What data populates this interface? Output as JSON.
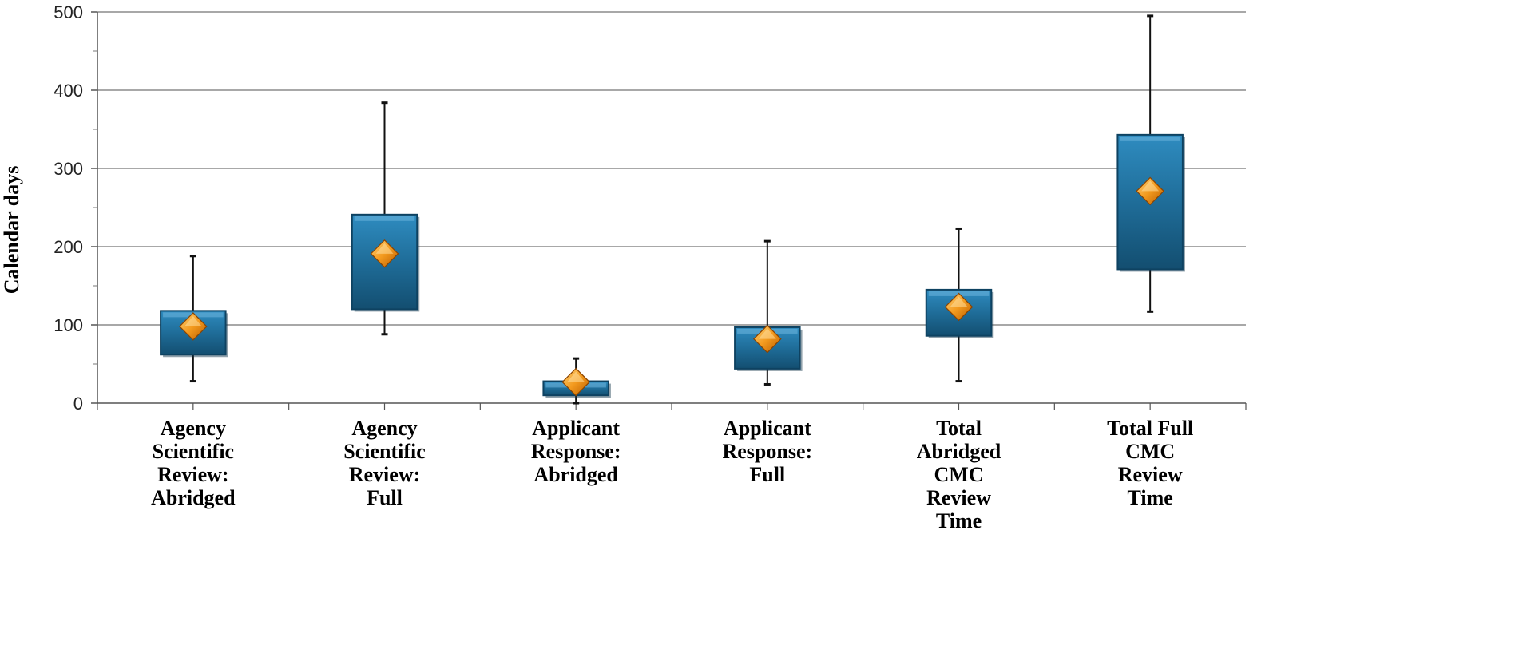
{
  "chart_data": {
    "type": "box",
    "ylabel": "Calendar days",
    "ylim": [
      0,
      500
    ],
    "yticks": [
      0,
      100,
      200,
      300,
      400,
      500
    ],
    "grid": true,
    "categories": [
      [
        "Agency",
        "Scientific",
        "Review:",
        "Abridged"
      ],
      [
        "Agency",
        "Scientific",
        "Review:",
        "Full"
      ],
      [
        "Applicant",
        "Response:",
        "Abridged"
      ],
      [
        "Applicant",
        "Response:",
        "Full"
      ],
      [
        "Total",
        "Abridged",
        "CMC",
        "Review",
        "Time"
      ],
      [
        "Total Full",
        "CMC",
        "Review",
        "Time"
      ]
    ],
    "boxes": [
      {
        "min": 28,
        "q1": 62,
        "q3": 118,
        "max": 188,
        "mean": 98
      },
      {
        "min": 88,
        "q1": 120,
        "q3": 241,
        "max": 384,
        "mean": 191
      },
      {
        "min": 0,
        "q1": 10,
        "q3": 28,
        "max": 57,
        "mean": 27
      },
      {
        "min": 24,
        "q1": 44,
        "q3": 97,
        "max": 207,
        "mean": 82
      },
      {
        "min": 28,
        "q1": 86,
        "q3": 145,
        "max": 223,
        "mean": 123
      },
      {
        "min": 117,
        "q1": 171,
        "q3": 343,
        "max": 495,
        "mean": 271
      }
    ],
    "colors": {
      "box": "#1f6d99",
      "box_dark": "#0e4261",
      "mean_marker": "#f08a18",
      "grid": "#8c8c8c"
    }
  }
}
